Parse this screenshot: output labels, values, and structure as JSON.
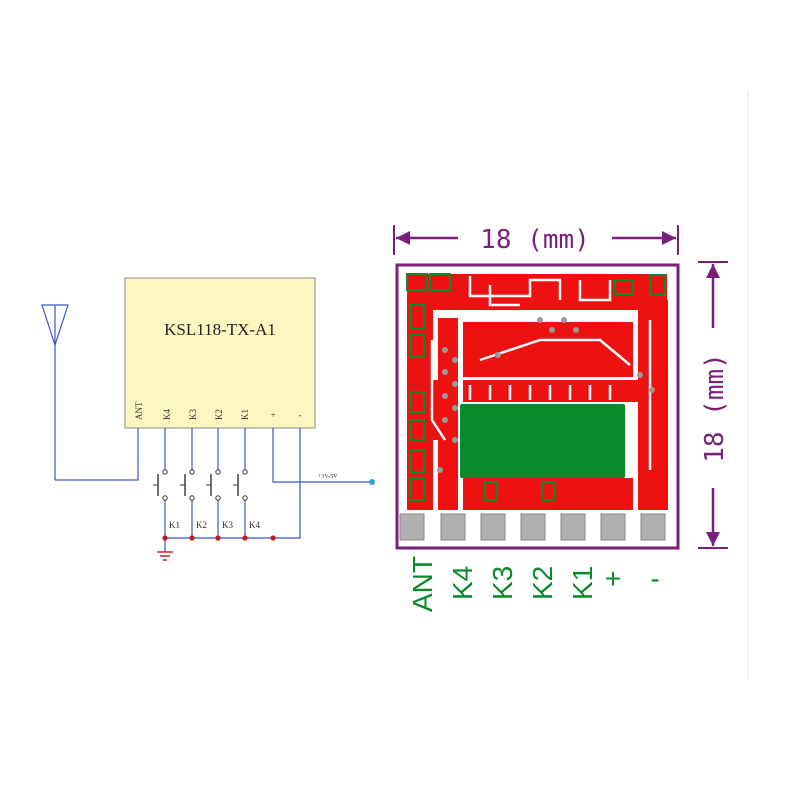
{
  "schematic": {
    "module_name": "KSL118-TX-A1",
    "pins": [
      "ANT",
      "K4",
      "K3",
      "K2",
      "K1",
      "+",
      "-"
    ],
    "switches": [
      "K1",
      "K2",
      "K3",
      "K4"
    ],
    "power_label": "+3V-5V"
  },
  "pcb": {
    "width_label": "18 (mm)",
    "height_label": "18 (mm)",
    "pad_labels": [
      "ANT",
      "K4",
      "K3",
      "K2",
      "K1",
      "+",
      "-"
    ]
  },
  "colors": {
    "wire": "#3a55c8",
    "module_fill": "#fdf6c0",
    "pcb_outline": "#7a1f7a",
    "pcb_copper": "#ee1111",
    "pcb_green": "#0a8a2a",
    "pad_gray": "#b0b0b0"
  }
}
